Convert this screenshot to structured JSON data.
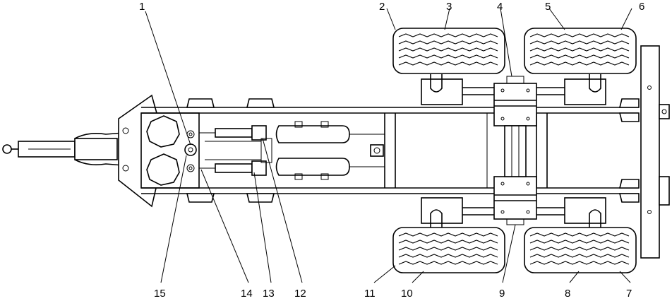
{
  "callouts": [
    "1",
    "2",
    "3",
    "4",
    "5",
    "6",
    "7",
    "8",
    "9",
    "10",
    "11",
    "12",
    "13",
    "14",
    "15"
  ],
  "colors": {
    "line": "#000000",
    "background": "#ffffff"
  }
}
